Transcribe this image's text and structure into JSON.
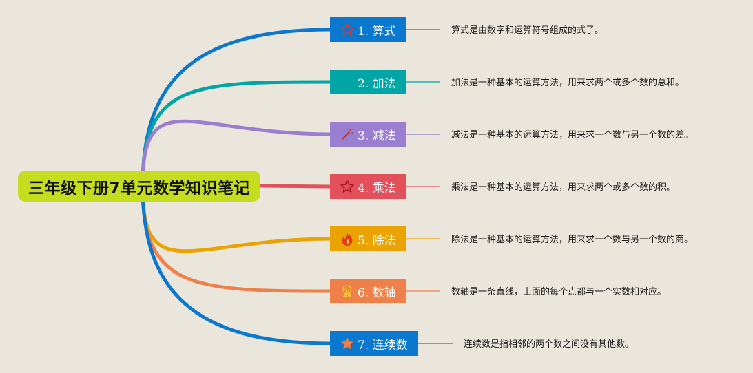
{
  "root": {
    "title": "三年级下册7单元数学知识笔记",
    "color": "#c5dd1e"
  },
  "topics": [
    {
      "label": "1. 算式",
      "description": "算式是由数字和运算符号组成的式子。",
      "color": "#0b78cf",
      "icon": "star-outline-icon"
    },
    {
      "label": "2. 加法",
      "description": "加法是一种基本的运算方法，用来求两个或多个数的总和。",
      "color": "#00a6a6",
      "icon": "blank-icon"
    },
    {
      "label": "3. 减法",
      "description": "减法是一种基本的运算方法，用来求一个数与另一个数的差。",
      "color": "#9a7fd0",
      "icon": "magic-wand-icon"
    },
    {
      "label": "4. 乘法",
      "description": "乘法是一种基本的运算方法，用来求两个或多个数的积。",
      "color": "#e2505c",
      "icon": "star-outline-icon"
    },
    {
      "label": "5. 除法",
      "description": "除法是一种基本的运算方法，用来求一个数与另一个数的商。",
      "color": "#eaa300",
      "icon": "fire-icon"
    },
    {
      "label": "6. 数轴",
      "description": "数轴是一条直线，上面的每个点都与一个实数相对应。",
      "color": "#f0804a",
      "icon": "award-ribbon-icon"
    },
    {
      "label": "7. 连续数",
      "description": "连续数是指相邻的两个数之间没有其他数。",
      "color": "#0b78cf",
      "icon": "star-filled-icon"
    }
  ]
}
